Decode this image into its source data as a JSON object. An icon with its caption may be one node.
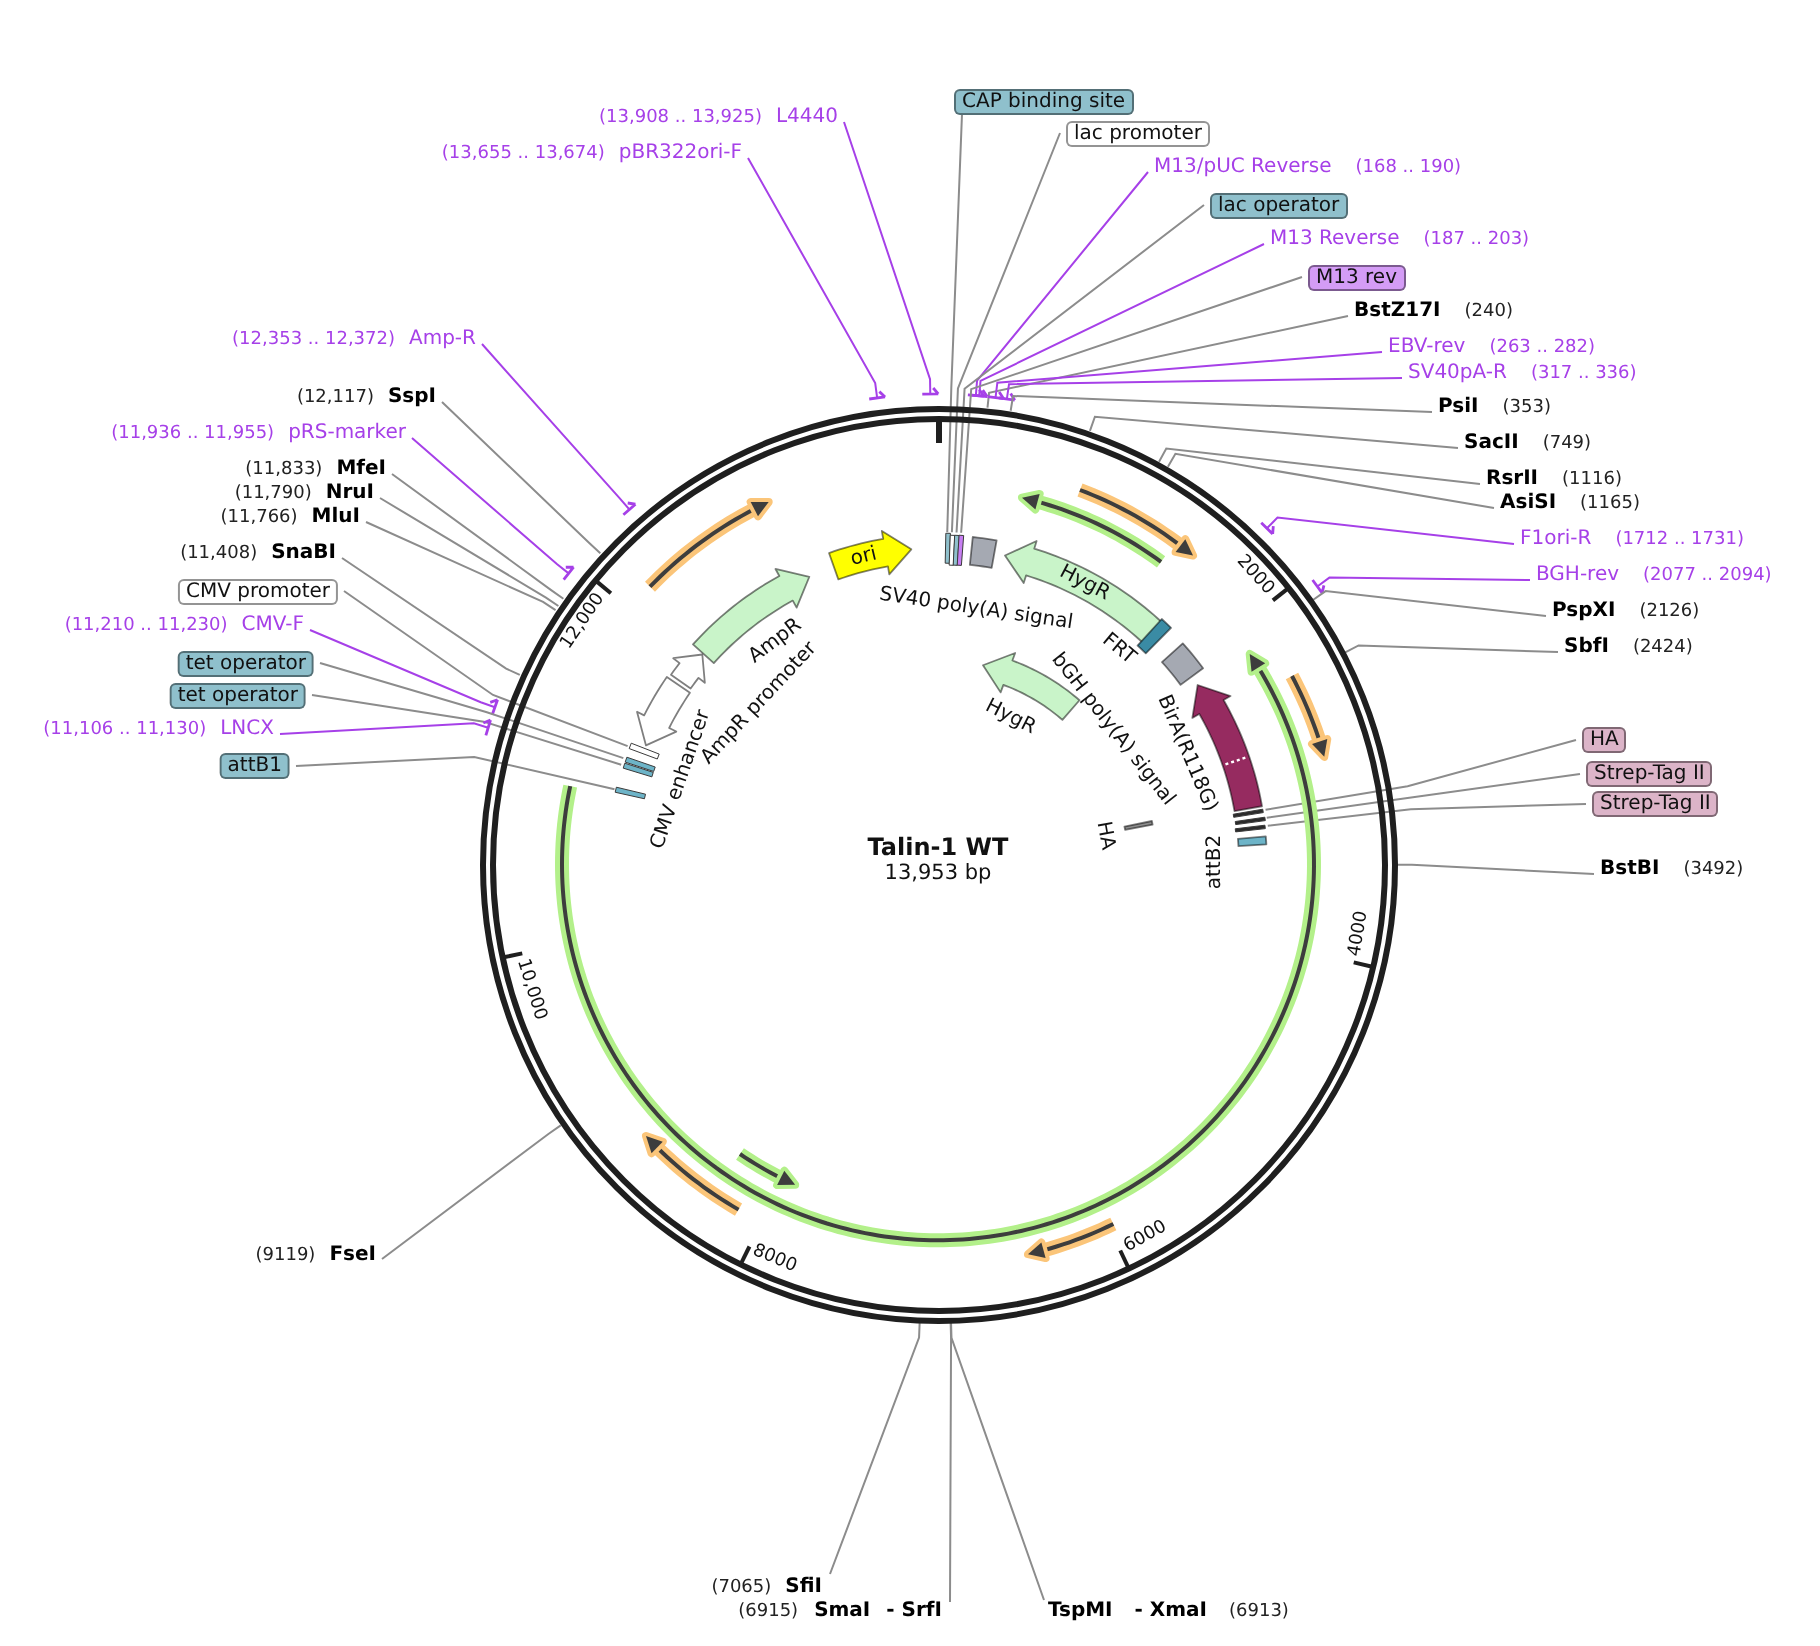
{
  "diagram": {
    "nodes": [
      {
        "text": [
          "Talin-1 WT",
          "13,953 bp"
        ]
      },
      {
        "text": [],
        "shape": "bar",
        "in": 0
      },
      {
        "text": [],
        "shape": "bar",
        "in": 0
      },
      {
        "text": [],
        "shape": "bar",
        "in": 0
      },
      {
        "text": [],
        "shape": "bar",
        "in": 0
      },
      {
        "text": [
          "SV40 poly(A) signal"
        ],
        "in": 0
      },
      {
        "text": [
          "HygR"
        ],
        "in": 0
      },
      {
        "text": [
          "HygR"
        ],
        "in": 0
      },
      {
        "text": [
          "FRT"
        ],
        "in": 0
      },
      {
        "text": [
          "bGH poly(A) signal"
        ],
        "in": 0
      },
      {
        "text": [
          "BirA(R118G)"
        ],
        "in": 0
      },
      {
        "text": [
          "HA"
        ],
        "in": 0
      },
      {
        "text": [],
        "shape": "bar",
        "in": 0
      },
      {
        "text": [],
        "shape": "bar",
        "in": 0
      },
      {
        "text": [],
        "shape": "bar",
        "in": 0
      },
      {
        "text": [
          "attB2"
        ],
        "in": 0
      },
      {
        "text": [],
        "shape": "bar",
        "in": 0
      },
      {
        "text": [],
        "shape": "bar",
        "in": 0
      },
      {
        "text": [],
        "shape": "bar",
        "in": 0
      },
      {
        "text": [],
        "shape": "bar",
        "in": 0
      },
      {
        "text": [
          "CMV enhancer"
        ],
        "in": 0
      },
      {
        "text": [
          "AmpR promoter"
        ],
        "in": 0
      },
      {
        "text": [
          "AmpR"
        ],
        "in": 0
      },
      {
        "text": [
          "ori"
        ],
        "in": 0
      },
      {
        "text": [
          "CAP binding site"
        ]
      },
      {
        "text": [
          "(13,908 .. 13,925)",
          "L4440"
        ]
      },
      {
        "text": [
          "lac promoter"
        ]
      },
      {
        "text": [
          "(13,655 .. 13,674)",
          "pBR322ori-F"
        ]
      },
      {
        "text": [
          "M13/pUC Reverse",
          "(168 .. 190)"
        ]
      },
      {
        "text": [
          "lac operator"
        ]
      },
      {
        "text": [
          "M13 Reverse",
          "(187 .. 203)"
        ]
      },
      {
        "text": [
          "M13 rev"
        ]
      },
      {
        "text": [
          "BstZ17I",
          "(240)"
        ]
      },
      {
        "text": [
          "(12,353 .. 12,372)",
          "Amp-R"
        ]
      },
      {
        "text": [
          "EBV-rev",
          "(263 .. 282)"
        ]
      },
      {
        "text": [
          "SV40pA-R",
          "(317 .. 336)"
        ]
      },
      {
        "text": [
          "(12,117)",
          "SspI"
        ]
      },
      {
        "text": [
          "PsiI",
          "(353)"
        ]
      },
      {
        "text": [
          "(11,936 .. 11,955)",
          "pRS-marker"
        ]
      },
      {
        "text": [
          "SacII",
          "(749)"
        ]
      },
      {
        "text": [
          "(11,833)",
          "MfeI"
        ]
      },
      {
        "text": [
          "RsrII",
          "(1116)"
        ]
      },
      {
        "text": [
          "(11,790)",
          "NruI"
        ]
      },
      {
        "text": [
          "AsiSI",
          "(1165)"
        ]
      },
      {
        "text": [
          "(11,766)",
          "MluI"
        ]
      },
      {
        "text": [
          "F1ori-R",
          "(1712 .. 1731)"
        ]
      },
      {
        "text": [
          "(11,408)",
          "SnaBI"
        ]
      },
      {
        "text": [
          "BGH-rev",
          "(2077 .. 2094)"
        ]
      },
      {
        "text": [
          "CMV promoter"
        ]
      },
      {
        "text": [
          "PspXI",
          "(2126)"
        ]
      },
      {
        "text": [
          "(11,210 .. 11,230)",
          "CMV-F"
        ]
      },
      {
        "text": [
          "SbfI",
          "(2424)"
        ]
      },
      {
        "text": [
          "tet operator"
        ]
      },
      {
        "text": [
          "tet operator"
        ]
      },
      {
        "text": [
          "(11,106 .. 11,130)",
          "LNCX"
        ]
      },
      {
        "text": [
          "HA"
        ]
      },
      {
        "text": [
          "attB1"
        ]
      },
      {
        "text": [
          "Strep-Tag II"
        ]
      },
      {
        "text": [
          "Strep-Tag II"
        ]
      },
      {
        "text": [
          "BstBI",
          "(3492)"
        ]
      },
      {
        "text": [
          "(9119)",
          "FseI"
        ]
      },
      {
        "text": [
          "(7065)",
          "SfiI"
        ]
      },
      {
        "text": [
          "(6915)",
          "SmaI",
          "- SrfI"
        ]
      },
      {
        "text": [
          "TspMI",
          "- XmaI",
          "(6913)"
        ]
      }
    ],
    "edges": [
      {
        "from": 24,
        "to": 1,
        "arrow": "none"
      },
      {
        "from": 25,
        "to": 0,
        "arrow": "other",
        "color": "#a640e8"
      },
      {
        "from": 26,
        "to": 2,
        "arrow": "none"
      },
      {
        "from": 27,
        "to": 0,
        "arrow": "other",
        "color": "#a640e8"
      },
      {
        "from": 28,
        "to": 0,
        "arrow": "other",
        "color": "#a640e8"
      },
      {
        "from": 29,
        "to": 3,
        "arrow": "none"
      },
      {
        "from": 30,
        "to": 0,
        "arrow": "other",
        "color": "#a640e8"
      },
      {
        "from": 31,
        "to": 4,
        "arrow": "none"
      },
      {
        "from": 32,
        "to": 0,
        "arrow": "none"
      },
      {
        "from": 33,
        "to": 0,
        "arrow": "other",
        "color": "#a640e8"
      },
      {
        "from": 34,
        "to": 0,
        "arrow": "other",
        "color": "#a640e8"
      },
      {
        "from": 35,
        "to": 0,
        "arrow": "other",
        "color": "#a640e8"
      },
      {
        "from": 36,
        "to": 0,
        "arrow": "none"
      },
      {
        "from": 37,
        "to": 0,
        "arrow": "none"
      },
      {
        "from": 38,
        "to": 0,
        "arrow": "other",
        "color": "#a640e8"
      },
      {
        "from": 39,
        "to": 0,
        "arrow": "none"
      },
      {
        "from": 40,
        "to": 0,
        "arrow": "none"
      },
      {
        "from": 41,
        "to": 0,
        "arrow": "none"
      },
      {
        "from": 42,
        "to": 0,
        "arrow": "none"
      },
      {
        "from": 43,
        "to": 0,
        "arrow": "none"
      },
      {
        "from": 44,
        "to": 0,
        "arrow": "none"
      },
      {
        "from": 45,
        "to": 0,
        "arrow": "other",
        "color": "#a640e8"
      },
      {
        "from": 46,
        "to": 0,
        "arrow": "none"
      },
      {
        "from": 47,
        "to": 0,
        "arrow": "other",
        "color": "#a640e8"
      },
      {
        "from": 48,
        "to": 19,
        "arrow": "none"
      },
      {
        "from": 49,
        "to": 0,
        "arrow": "none"
      },
      {
        "from": 50,
        "to": 0,
        "arrow": "other",
        "color": "#a640e8"
      },
      {
        "from": 51,
        "to": 0,
        "arrow": "none"
      },
      {
        "from": 52,
        "to": 18,
        "arrow": "none"
      },
      {
        "from": 53,
        "to": 17,
        "arrow": "none"
      },
      {
        "from": 54,
        "to": 0,
        "arrow": "other",
        "color": "#a640e8"
      },
      {
        "from": 55,
        "to": 12,
        "arrow": "none"
      },
      {
        "from": 56,
        "to": 16,
        "arrow": "none"
      },
      {
        "from": 57,
        "to": 13,
        "arrow": "none"
      },
      {
        "from": 58,
        "to": 14,
        "arrow": "none"
      },
      {
        "from": 59,
        "to": 0,
        "arrow": "none"
      },
      {
        "from": 60,
        "to": 0,
        "arrow": "none"
      },
      {
        "from": 61,
        "to": 0,
        "arrow": "none"
      },
      {
        "from": 62,
        "to": 0,
        "arrow": "none"
      },
      {
        "from": 63,
        "to": 0,
        "arrow": "none"
      }
    ],
    "labels": [
      "2000",
      "4000",
      "6000",
      "8000",
      "10,000",
      "12,000"
    ]
  }
}
